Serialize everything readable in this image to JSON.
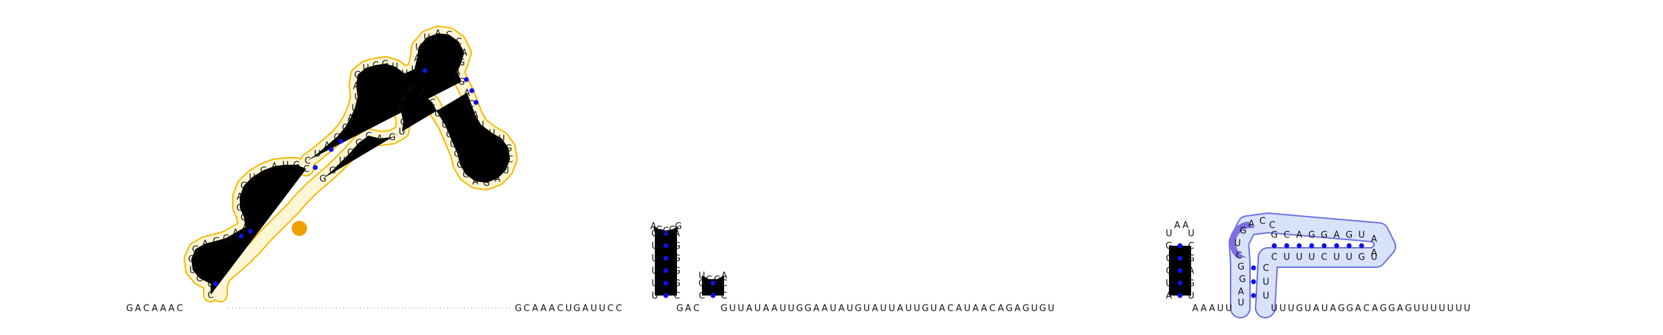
{
  "diagram": {
    "type": "rna-secondary-structure",
    "colors": {
      "highlight_yellow": "#f5b800",
      "highlight_yellow_fill": "#fff6d6",
      "highlight_orange": "#f0a000",
      "highlight_blue_stroke": "#6a72e0",
      "highlight_blue_fill": "#d8e2fa",
      "highlight_purple": "#7d6fe0",
      "base_pair_dot": "#1010e0"
    },
    "backbone": {
      "segment_left": "GACAAAC",
      "segment_after_gap": "GCAAACUGAUUCC",
      "segment_mid": "GAC",
      "segment_long": "GUUAUAAUUGGAAUAUGUAUUAUUGUACAUAACAGAGUGU",
      "segment_after_hp3": "AAAUU",
      "segment_tail": "UUUGUAUAGGACAGGAGUUUUUUU"
    },
    "hairpin1": {
      "stem_left": "UUUUUG",
      "loop": "AGCGG",
      "stem_right": "AGGGGC"
    },
    "hairpin2": {
      "stem_left": "CG",
      "loop": "UCCA",
      "stem_right": "CC"
    },
    "hairpin3": {
      "stem_left": "AUCCG",
      "loop": "UAAU",
      "stem_right": "CGAGU"
    },
    "pseudoknot": {
      "stem_right": "CUUUCUUGU",
      "loop": "AA",
      "stem_left": "GCAGGAGU",
      "junction": "ACC",
      "purple_segment": "GUC",
      "inner_stem": "GGAU"
    },
    "big_domain": {
      "strand_a": "CUGUCGAGCAAGGAGUCAUGC",
      "strand_b": "CUACCAUUAGUCGUUUAUUACCAGAG",
      "strand_c": "ACAUUUGCUAGACGGUCUGCCAACCUGACGGUGG"
    }
  }
}
